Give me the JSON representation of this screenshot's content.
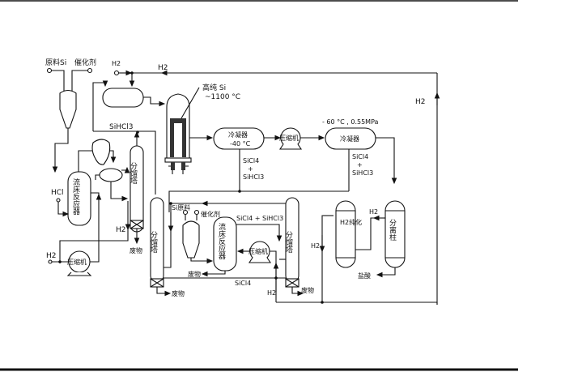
{
  "labels": {
    "raw_si": "原料Si",
    "catalyst": "催化剂",
    "h2": "H2",
    "h2_top": "H2",
    "h2_right": "H2",
    "high_purity_si": "高纯 Si",
    "temp_1100": "~1100 °C",
    "sihcl3": "SiHCl3",
    "condenser1": "冷凝器",
    "condenser1_temp": "-40 °C",
    "compressor": "压缩机",
    "condenser2": "冷凝器",
    "condenser2_cond": "- 60 °C , 0.55MPa",
    "sicl4": "SiCl4",
    "plus": "+",
    "hcl": "HCl",
    "fluid_bed_reactor": "流床反应器",
    "fractionation_tower": "分馏塔",
    "waste": "废物",
    "si_raw2": "Si原料",
    "catalyst2": "催化剂",
    "sicl4_sihcl3": "SiCl4 + SiHCl3",
    "h2_purify": "H2纯化",
    "separation_column": "分离柱",
    "hydrochloric_acid": "盐酸"
  }
}
